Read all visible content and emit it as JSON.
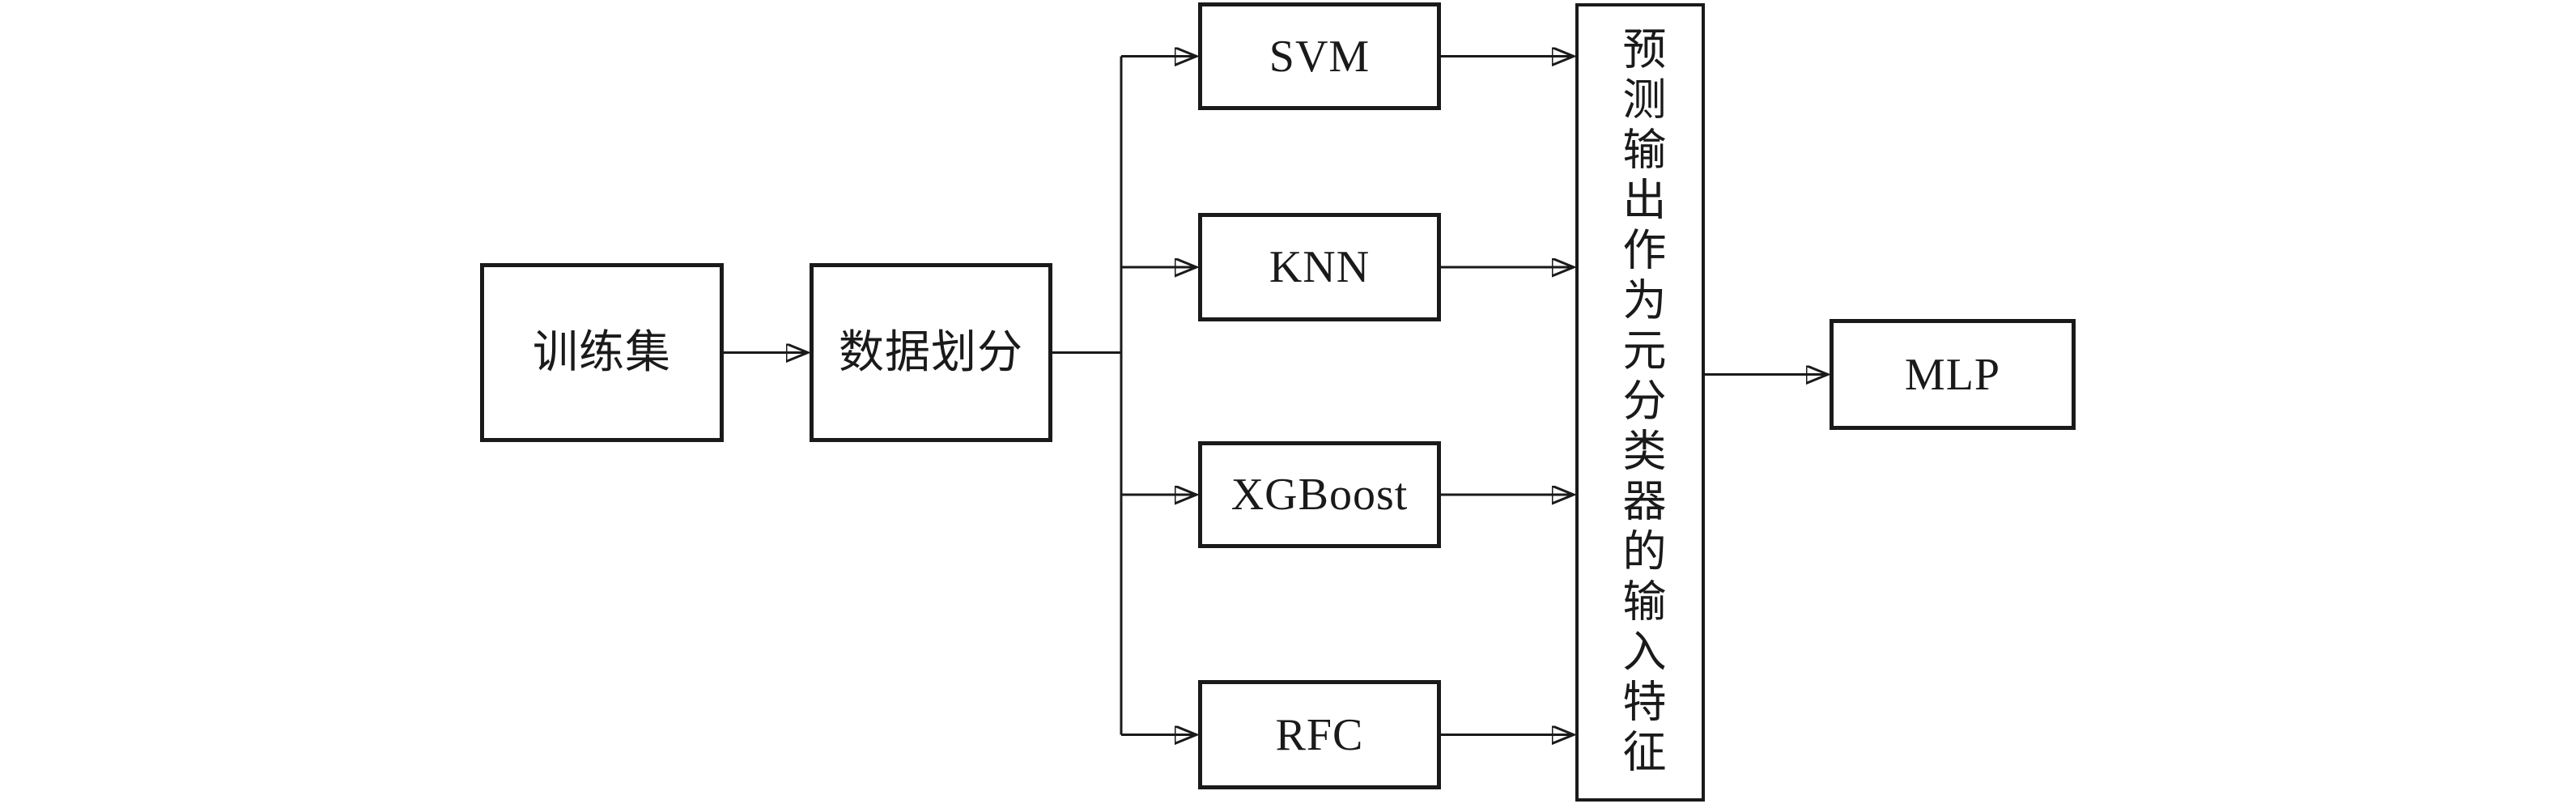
{
  "diagram": {
    "type": "flowchart",
    "nodes": {
      "training_set": {
        "label": "训练集"
      },
      "data_split": {
        "label": "数据划分"
      },
      "svm": {
        "label": "SVM"
      },
      "knn": {
        "label": "KNN"
      },
      "xgboost": {
        "label": "XGBoost"
      },
      "rfc": {
        "label": "RFC"
      },
      "meta_features": {
        "label": "预测输出作为元分类器的输入特征"
      },
      "mlp": {
        "label": "MLP"
      }
    },
    "edges": [
      {
        "from": "training_set",
        "to": "data_split"
      },
      {
        "from": "data_split",
        "to": "svm"
      },
      {
        "from": "data_split",
        "to": "knn"
      },
      {
        "from": "data_split",
        "to": "xgboost"
      },
      {
        "from": "data_split",
        "to": "rfc"
      },
      {
        "from": "svm",
        "to": "meta_features"
      },
      {
        "from": "knn",
        "to": "meta_features"
      },
      {
        "from": "xgboost",
        "to": "meta_features"
      },
      {
        "from": "rfc",
        "to": "meta_features"
      },
      {
        "from": "meta_features",
        "to": "mlp"
      }
    ],
    "colors": {
      "line": "#1a1a1a",
      "background": "#ffffff",
      "box_fill": "#ffffff"
    }
  }
}
